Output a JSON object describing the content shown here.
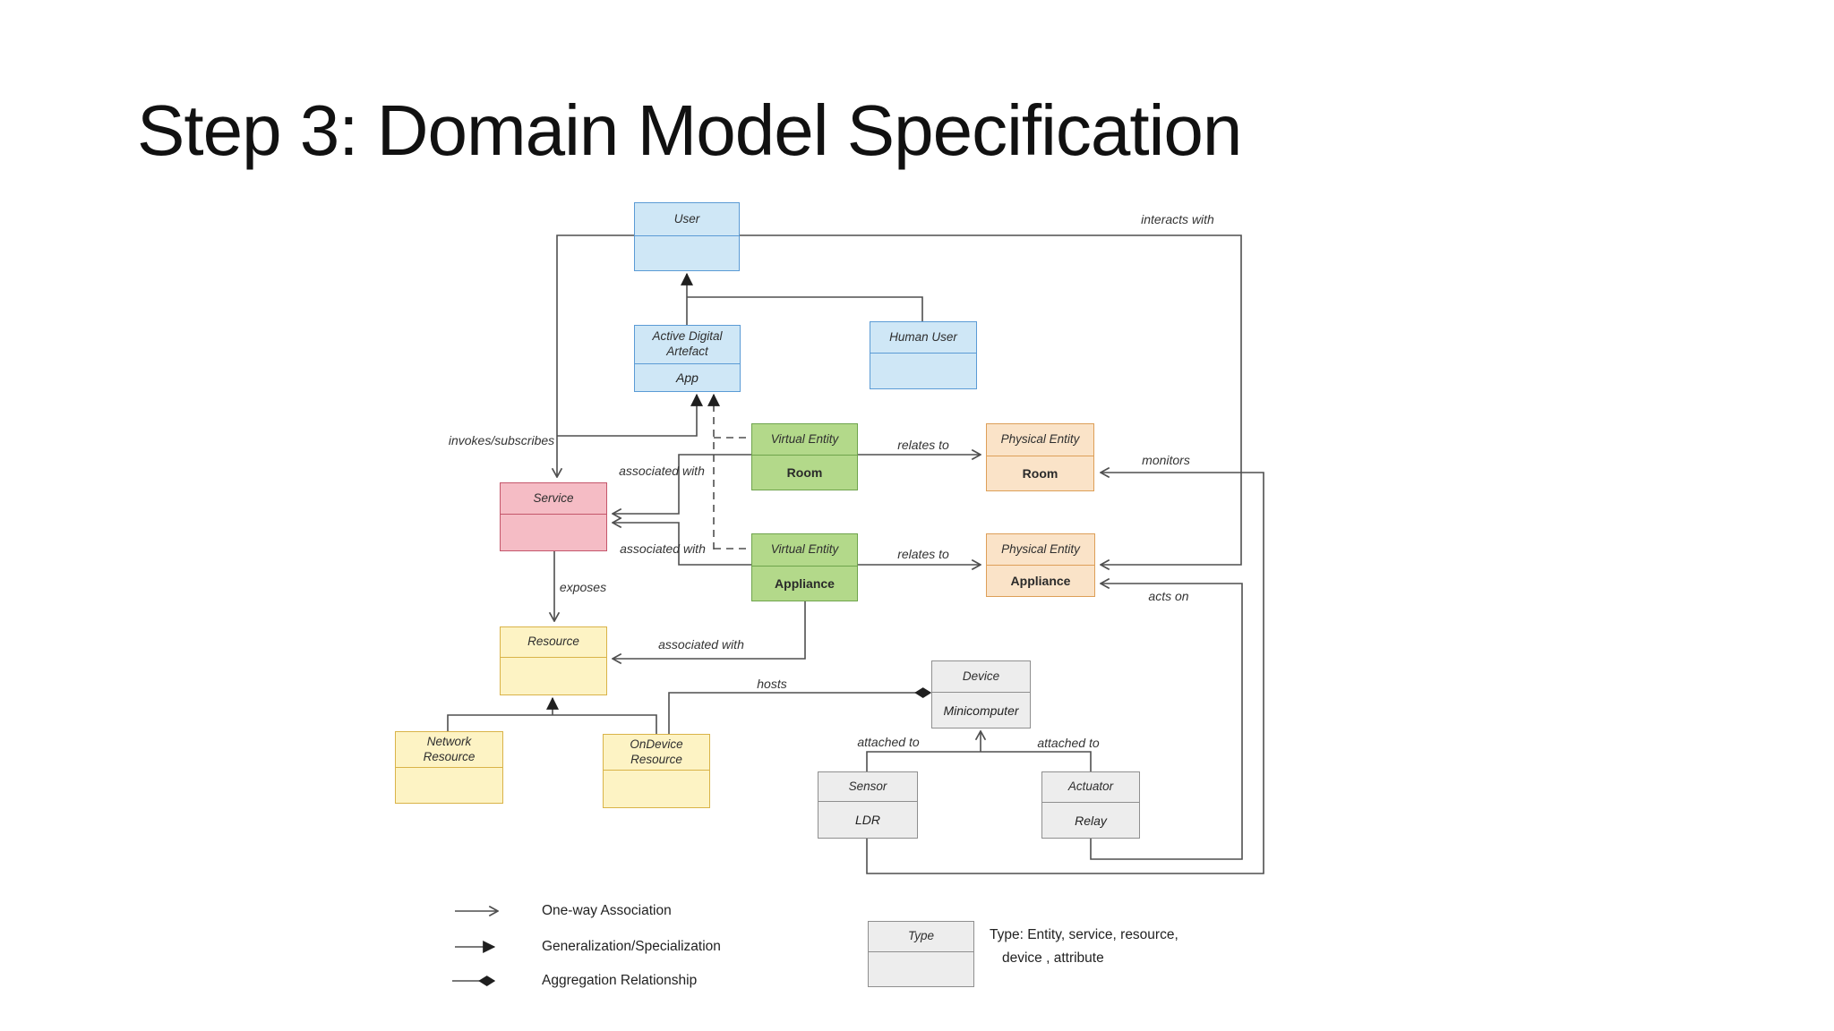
{
  "slide": {
    "title": "Step 3: Domain Model Specification"
  },
  "nodes": {
    "user": {
      "label": "User",
      "sublabel": ""
    },
    "active_digital_artefact": {
      "label": "Active Digital Artefact",
      "sublabel": "App"
    },
    "human_user": {
      "label": "Human User",
      "sublabel": ""
    },
    "service": {
      "label": "Service",
      "sublabel": ""
    },
    "ve_room": {
      "label": "Virtual Entity",
      "sublabel": "Room"
    },
    "pe_room": {
      "label": "Physical Entity",
      "sublabel": "Room"
    },
    "ve_appliance": {
      "label": "Virtual Entity",
      "sublabel": "Appliance"
    },
    "pe_appliance": {
      "label": "Physical Entity",
      "sublabel": "Appliance"
    },
    "resource": {
      "label": "Resource",
      "sublabel": ""
    },
    "network_resource": {
      "label": "Network Resource",
      "sublabel": ""
    },
    "ondevice_resource": {
      "label": "OnDevice Resource",
      "sublabel": ""
    },
    "device": {
      "label": "Device",
      "sublabel": "Minicomputer"
    },
    "sensor": {
      "label": "Sensor",
      "sublabel": "LDR"
    },
    "actuator": {
      "label": "Actuator",
      "sublabel": "Relay"
    },
    "type_box": {
      "label": "Type",
      "sublabel": ""
    }
  },
  "edge_labels": {
    "interacts_with": "interacts with",
    "invokes_subscribes": "invokes/subscribes",
    "associated_with_room": "associated with",
    "associated_with_appliance": "associated with",
    "relates_to_room": "relates to",
    "relates_to_appliance": "relates to",
    "monitors": "monitors",
    "acts_on": "acts on",
    "exposes": "exposes",
    "associated_with_resource": "associated with",
    "hosts": "hosts",
    "attached_to_sensor": "attached to",
    "attached_to_actuator": "attached to"
  },
  "legend": {
    "one_way": "One-way Association",
    "generalization": "Generalization/Specialization",
    "aggregation": "Aggregation Relationship"
  },
  "type_note": {
    "line1": "Type: Entity, service, resource,",
    "line2": "device , attribute"
  },
  "colors": {
    "blue_fill": "#cfe7f6",
    "blue_border": "#5b9bd5",
    "green_fill": "#b3d98a",
    "green_border": "#6fa44c",
    "orange_fill": "#fae3c8",
    "orange_border": "#dd9f58",
    "pink_fill": "#f5bcc5",
    "pink_border": "#c4566b",
    "yellow_fill": "#fdf3c4",
    "yellow_border": "#d9b348",
    "gray_fill": "#ededed",
    "gray_border": "#8f8f8f",
    "line": "#4f4f4f"
  }
}
